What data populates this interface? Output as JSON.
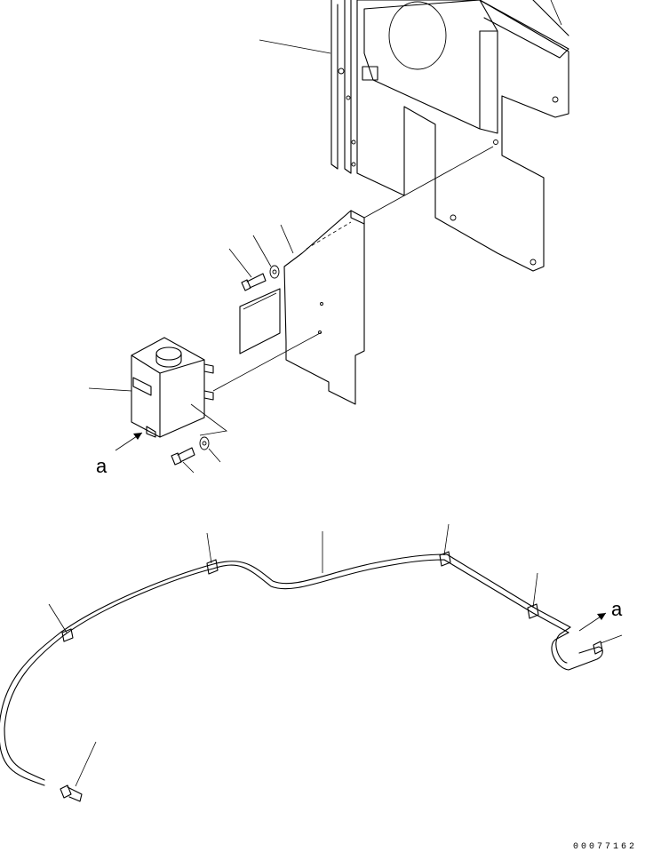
{
  "diagram": {
    "callouts": {
      "clamp_label_upper": "a",
      "clamp_label_lower": "a"
    },
    "drawing_code": "00077162"
  }
}
